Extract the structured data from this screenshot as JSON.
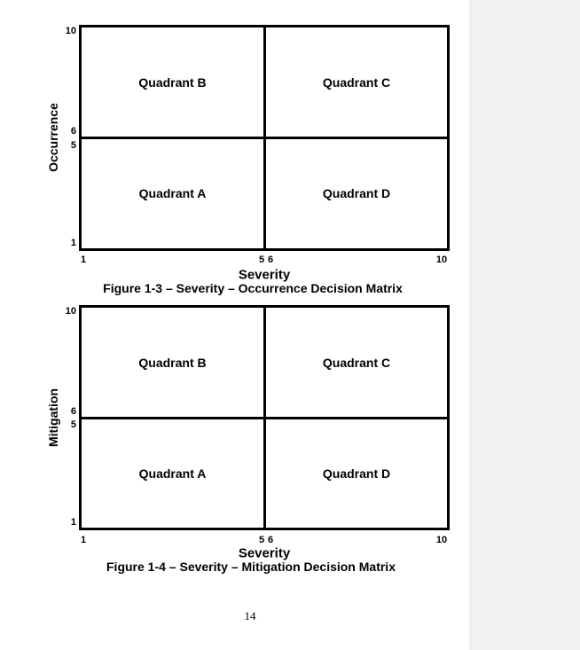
{
  "page": {
    "number": "14"
  },
  "colors": {
    "background": "#ffffff",
    "edge_strip": "#f1f1f1",
    "line": "#000000",
    "text": "#000000"
  },
  "figures": [
    {
      "ylabel": "Occurrence",
      "xlabel": "Severity",
      "caption": "Figure 1-3 – Severity – Occurrence Decision Matrix",
      "quadrants": {
        "top_left": "Quadrant B",
        "top_right": "Quadrant C",
        "bottom_left": "Quadrant A",
        "bottom_right": "Quadrant D"
      },
      "y_ticks": {
        "top": "10",
        "above_mid": "6",
        "below_mid": "5",
        "bottom": "1"
      },
      "x_ticks": {
        "left": "1",
        "left_of_mid": "5",
        "right_of_mid": "6",
        "right": "10"
      }
    },
    {
      "ylabel": "Mitigation",
      "xlabel": "Severity",
      "caption": "Figure 1-4 – Severity – Mitigation Decision Matrix",
      "quadrants": {
        "top_left": "Quadrant B",
        "top_right": "Quadrant C",
        "bottom_left": "Quadrant A",
        "bottom_right": "Quadrant D"
      },
      "y_ticks": {
        "top": "10",
        "above_mid": "6",
        "below_mid": "5",
        "bottom": "1"
      },
      "x_ticks": {
        "left": "1",
        "left_of_mid": "5",
        "right_of_mid": "6",
        "right": "10"
      }
    }
  ],
  "chart_data": [
    {
      "type": "quadrant_matrix",
      "title": "Figure 1-3 – Severity – Occurrence Decision Matrix",
      "xlabel": "Severity",
      "ylabel": "Occurrence",
      "xlim": [
        1,
        10
      ],
      "ylim": [
        1,
        10
      ],
      "x_ticks": [
        1,
        5,
        6,
        10
      ],
      "y_ticks": [
        1,
        5,
        6,
        10
      ],
      "divider_x_between": [
        5,
        6
      ],
      "divider_y_between": [
        5,
        6
      ],
      "grid": false,
      "quadrants": [
        {
          "label": "Quadrant A",
          "x_range": [
            1,
            5
          ],
          "y_range": [
            1,
            5
          ]
        },
        {
          "label": "Quadrant B",
          "x_range": [
            1,
            5
          ],
          "y_range": [
            6,
            10
          ]
        },
        {
          "label": "Quadrant C",
          "x_range": [
            6,
            10
          ],
          "y_range": [
            6,
            10
          ]
        },
        {
          "label": "Quadrant D",
          "x_range": [
            6,
            10
          ],
          "y_range": [
            1,
            5
          ]
        }
      ]
    },
    {
      "type": "quadrant_matrix",
      "title": "Figure 1-4 – Severity – Mitigation Decision Matrix",
      "xlabel": "Severity",
      "ylabel": "Mitigation",
      "xlim": [
        1,
        10
      ],
      "ylim": [
        1,
        10
      ],
      "x_ticks": [
        1,
        5,
        6,
        10
      ],
      "y_ticks": [
        1,
        5,
        6,
        10
      ],
      "divider_x_between": [
        5,
        6
      ],
      "divider_y_between": [
        5,
        6
      ],
      "grid": false,
      "quadrants": [
        {
          "label": "Quadrant A",
          "x_range": [
            1,
            5
          ],
          "y_range": [
            1,
            5
          ]
        },
        {
          "label": "Quadrant B",
          "x_range": [
            1,
            5
          ],
          "y_range": [
            6,
            10
          ]
        },
        {
          "label": "Quadrant C",
          "x_range": [
            6,
            10
          ],
          "y_range": [
            6,
            10
          ]
        },
        {
          "label": "Quadrant D",
          "x_range": [
            6,
            10
          ],
          "y_range": [
            1,
            5
          ]
        }
      ]
    }
  ]
}
